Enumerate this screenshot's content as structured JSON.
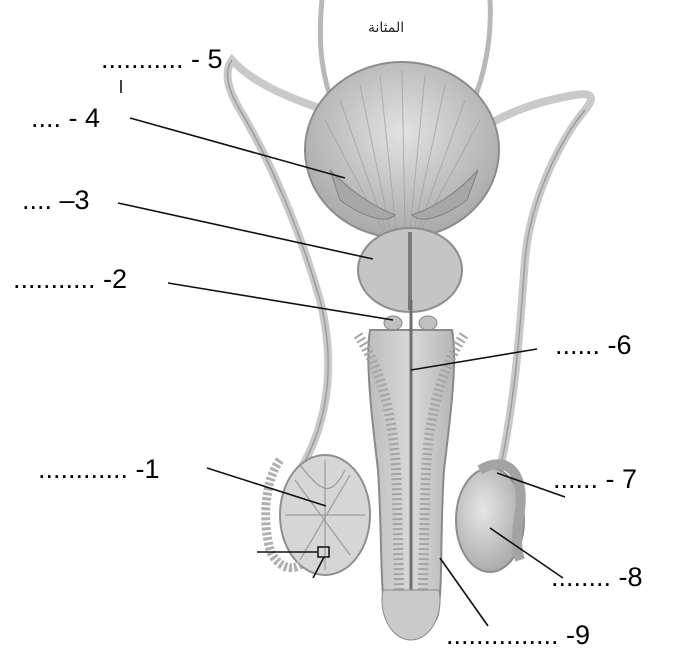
{
  "diagram": {
    "organ_caption": "المثانة",
    "labels": {
      "n5": "........... - 5",
      "n4": ".... - 4",
      "n3": ".... –3",
      "n2": "........... -2",
      "n6": "...... -6",
      "n1": "............ -1",
      "n7": "...... - 7",
      "n8": "........ -8",
      "n9": "............... -9"
    }
  },
  "colors": {
    "tissue": "#cfcfcf",
    "tissue_dark": "#9a9a9a",
    "outline": "#8a8a8a",
    "leader": "#111111"
  }
}
